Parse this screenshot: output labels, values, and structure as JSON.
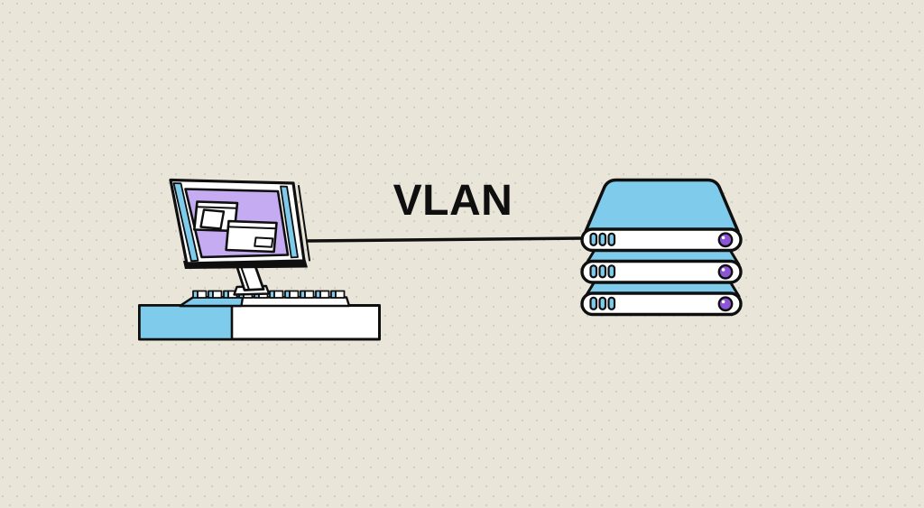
{
  "diagram": {
    "label": "VLAN",
    "nodes": [
      {
        "id": "workstation",
        "icon": "desktop-computer-illustration"
      },
      {
        "id": "server-stack",
        "icon": "server-rack-illustration",
        "server_units": 3
      }
    ],
    "connection": {
      "from": "workstation",
      "to": "server-stack",
      "style": "solid-line"
    }
  },
  "colors": {
    "background": "#e9e5d8",
    "dot": "#c7cec4",
    "outline": "#0f0f0f",
    "accent_blue": "#7ecbeb",
    "screen_purple": "#c5acf2",
    "led_purple": "#8b55d6",
    "white": "#ffffff"
  }
}
